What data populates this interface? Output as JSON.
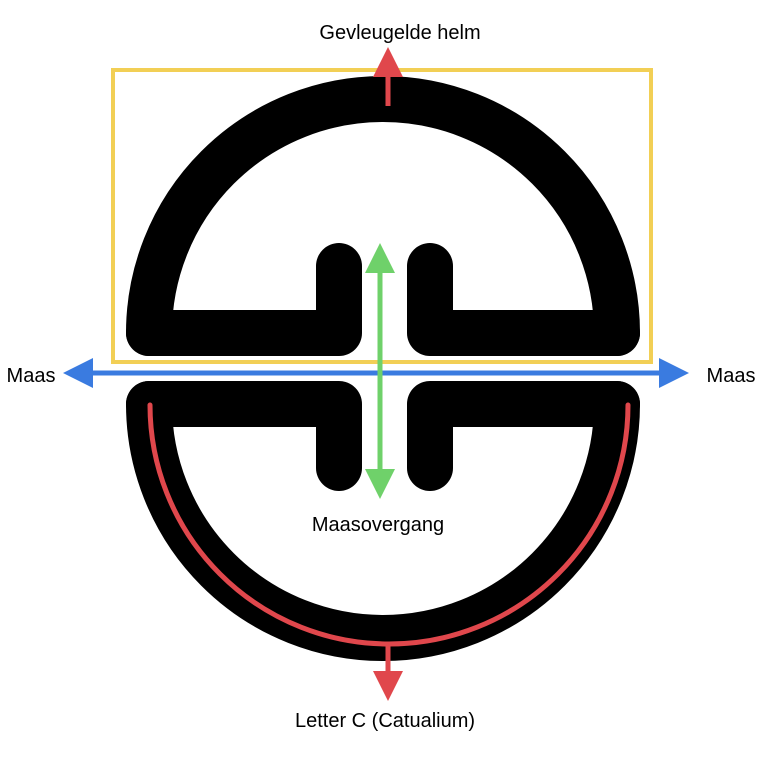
{
  "labels": {
    "top": "Gevleugelde helm",
    "left": "Maas",
    "right": "Maas",
    "center": "Maasovergang",
    "bottom": "Letter C (Catualium)"
  },
  "colors": {
    "symbol": "#000000",
    "helm_box": "#f2cf55",
    "helm_arrow": "#e0474c",
    "river_arrow": "#3a7be0",
    "crossing_arrow": "#6fd16a",
    "letter_c": "#e0474c"
  }
}
